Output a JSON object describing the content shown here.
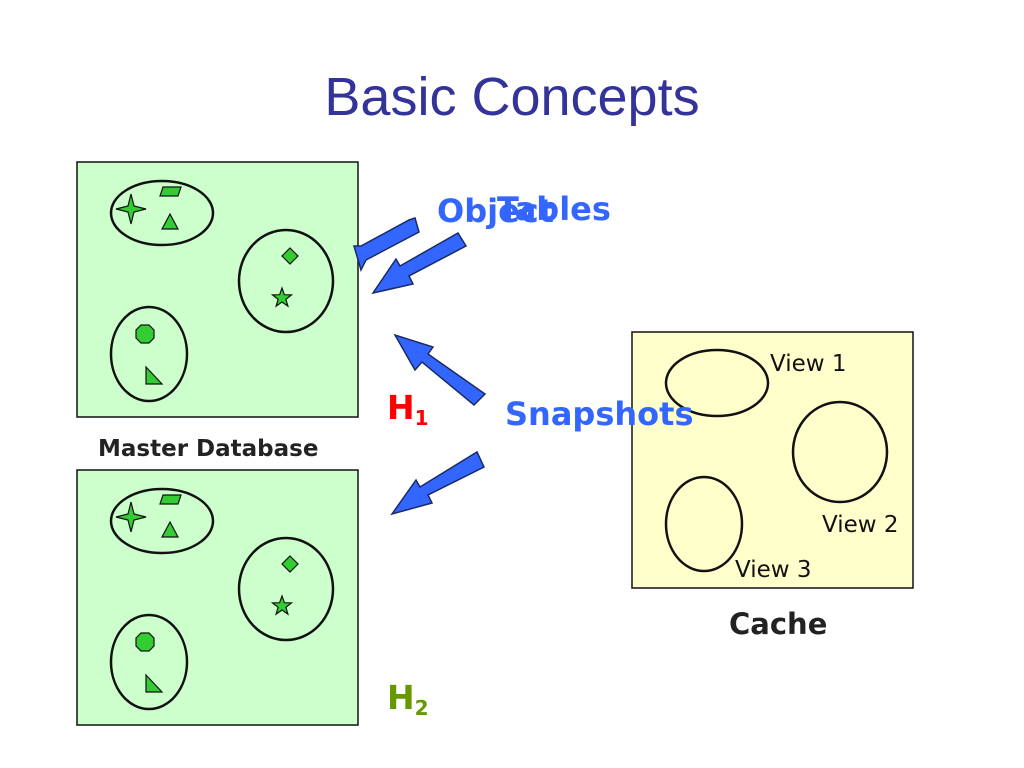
{
  "slide": {
    "title": "Basic Concepts"
  },
  "labels": {
    "object": "Object",
    "tables": "Tables",
    "snapshots": "Snapshots",
    "h1_base": "H",
    "h1_sub": "1",
    "h2_base": "H",
    "h2_sub": "2",
    "master_database": "Master Database",
    "cache": "Cache"
  },
  "views": {
    "view1": "View 1",
    "view2": "View 2",
    "view3": "View 3"
  },
  "colors": {
    "title": "#333399",
    "blue_text": "#3366ff",
    "arrow_fill": "#3366ff",
    "h1": "#ff0000",
    "h2": "#669900",
    "db_fill": "#ccffcc",
    "cache_fill": "#ffffcc",
    "shape_green": "#33cc33"
  }
}
